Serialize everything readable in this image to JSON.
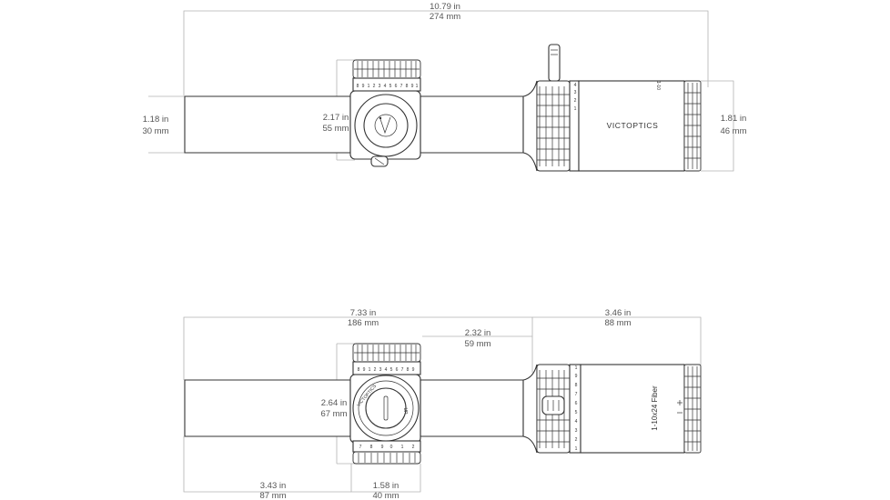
{
  "top_view": {
    "overall_length": {
      "in": "10.79 in",
      "mm": "274 mm"
    },
    "tube_diameter": {
      "in": "1.18 in",
      "mm": "30 mm"
    },
    "turret_height": {
      "in": "2.17 in",
      "mm": "55 mm"
    },
    "objective_diameter": {
      "in": "1.81 in",
      "mm": "46 mm"
    },
    "brand_label": "VICTOPTICS",
    "turret_scale": [
      "8",
      "9",
      "1",
      "2",
      "3",
      "4",
      "5",
      "6",
      "7",
      "8",
      "9",
      "1"
    ],
    "ring_scale": [
      "1",
      "2",
      "3",
      "4"
    ],
    "ring_mark": "1-10"
  },
  "side_view": {
    "length_to_ring": {
      "in": "7.33 in",
      "mm": "186 mm"
    },
    "ring_to_end": {
      "in": "3.46 in",
      "mm": "88 mm"
    },
    "turret_offset": {
      "in": "2.32 in",
      "mm": "59 mm"
    },
    "turret_height": {
      "in": "2.64 in",
      "mm": "67 mm"
    },
    "front_to_turret": {
      "in": "3.43 in",
      "mm": "87 mm"
    },
    "turret_width": {
      "in": "1.58 in",
      "mm": "40 mm"
    },
    "model_label": "1-10x24 Fiber",
    "turret_scale": [
      "8",
      "9",
      "1",
      "2",
      "3",
      "4",
      "5",
      "6",
      "7",
      "8",
      "9"
    ],
    "ring_scale": [
      "1",
      "2",
      "3",
      "4",
      "5",
      "6",
      "7",
      "8",
      "9",
      "1"
    ],
    "side_knob_label": "VICTOPTICS",
    "bottom_scale": [
      "7",
      "8",
      "9",
      "0",
      "1",
      "2"
    ],
    "up_label": "UP"
  },
  "colors": {
    "line": "#333333",
    "dimension_line": "#b3b3b3",
    "dimension_text": "#555555"
  }
}
